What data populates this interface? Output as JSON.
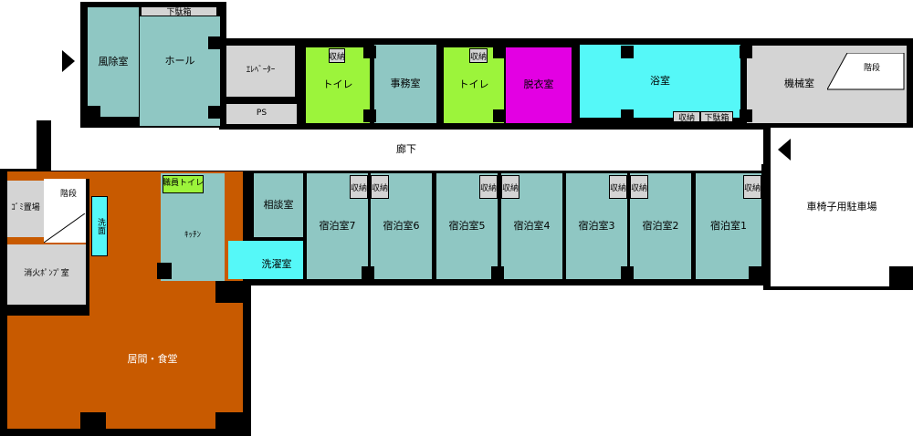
{
  "rooms": {
    "shoe_box_top": "下駄箱",
    "cleaning_room": "風除室",
    "hall": "ホール",
    "elevator": "ｴﾚﾍﾞｰﾀｰ",
    "ps": "PS",
    "storage_1": "収納",
    "toilet_1": "トイレ",
    "office": "事務室",
    "storage_2": "収納",
    "toilet_2": "トイレ",
    "changing_room": "脱衣室",
    "bathroom": "浴室",
    "storage_bath": "収納",
    "shoe_box_bath": "下駄箱",
    "machine_room": "機械室",
    "stairs_right": "階段",
    "corridor": "廊下",
    "garbage": "ｺﾞﾐ置場",
    "stairs_left": "階段",
    "fire_pump": "消火ﾎﾟﾝﾌﾟ室",
    "washroom": "洗面",
    "staff_toilet": "職員トイレ",
    "kitchen": "ｷｯﾁﾝ",
    "consult": "相談室",
    "laundry": "洗濯室",
    "stay_7": "宿泊室7",
    "stay_6": "宿泊室6",
    "stay_5": "宿泊室5",
    "stay_4": "宿泊室4",
    "stay_3": "宿泊室3",
    "stay_2": "宿泊室2",
    "stay_1": "宿泊室1",
    "closet_label": "収納",
    "wheelchair_parking": "車椅子用駐車場",
    "living_dining": "居間・食堂"
  },
  "colors": {
    "wall": "#000000",
    "teal": "#8fc7c3",
    "gray": "#d4d4d4",
    "green": "#9cf43b",
    "magenta": "#e300e3",
    "cyan": "#55f8f8",
    "orange": "#c85a00"
  },
  "icons": [
    "entrance-arrow-icon",
    "entrance-arrow-icon"
  ]
}
